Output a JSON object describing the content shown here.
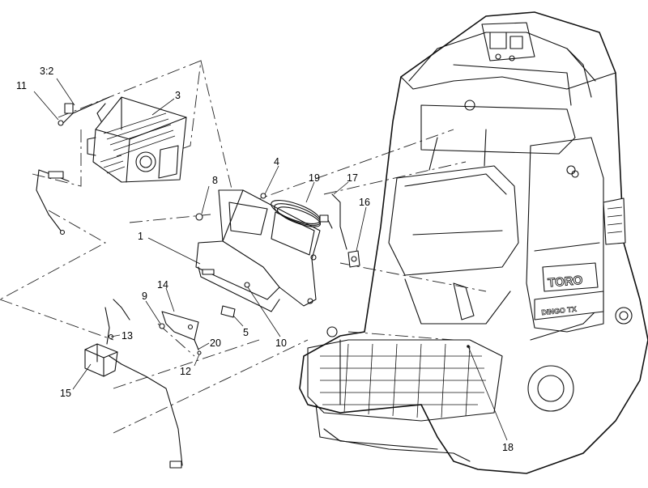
{
  "callouts": {
    "c1": "1",
    "c3": "3",
    "c3_2": "3:2",
    "c4": "4",
    "c5": "5",
    "c8": "8",
    "c9": "9",
    "c10": "10",
    "c11": "11",
    "c12": "12",
    "c13": "13",
    "c14": "14",
    "c15": "15",
    "c16": "16",
    "c17": "17",
    "c18": "18",
    "c19": "19",
    "c20": "20"
  },
  "frame": {
    "logo": "TORO",
    "model_plate": "DINGO TX"
  }
}
